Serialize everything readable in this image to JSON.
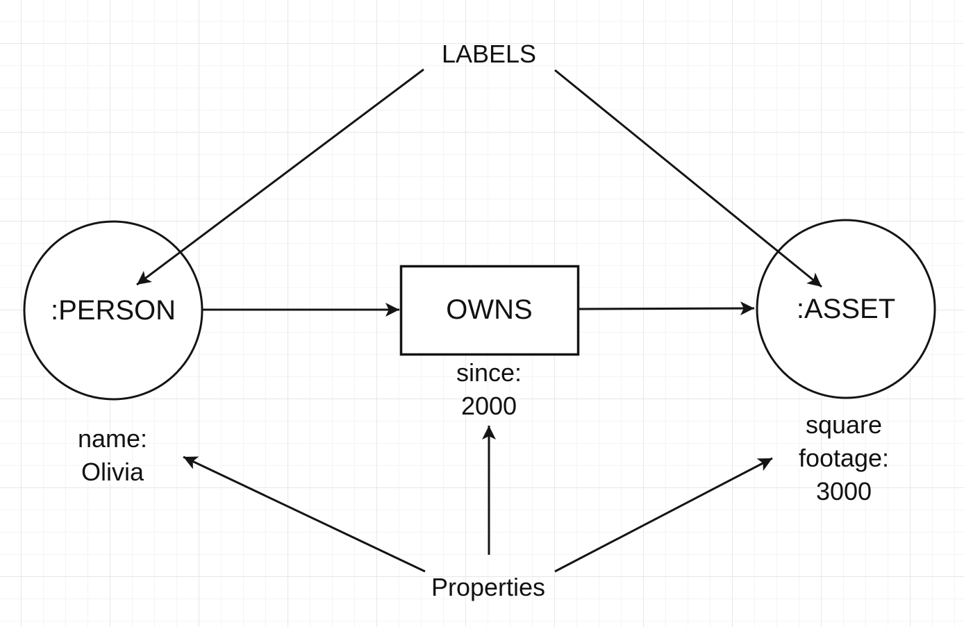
{
  "canvas": {
    "background": "#ffffff",
    "grid_minor_color": "#f4f4f4",
    "grid_major_color": "#e7e7e7",
    "stroke_color": "#141414",
    "text_color": "#111111"
  },
  "annotations": {
    "labels": "LABELS",
    "properties": "Properties"
  },
  "nodes": {
    "person": {
      "label": ":PERSON",
      "shape": "circle"
    },
    "asset": {
      "label": ":ASSET",
      "shape": "circle"
    }
  },
  "edge": {
    "label": "OWNS",
    "shape": "rectangle"
  },
  "property_captions": {
    "person": {
      "line1": "name:",
      "line2": "Olivia"
    },
    "owns": {
      "line1": "since:",
      "line2": "2000"
    },
    "asset": {
      "line1": "square",
      "line2": "footage:",
      "line3": "3000"
    }
  }
}
